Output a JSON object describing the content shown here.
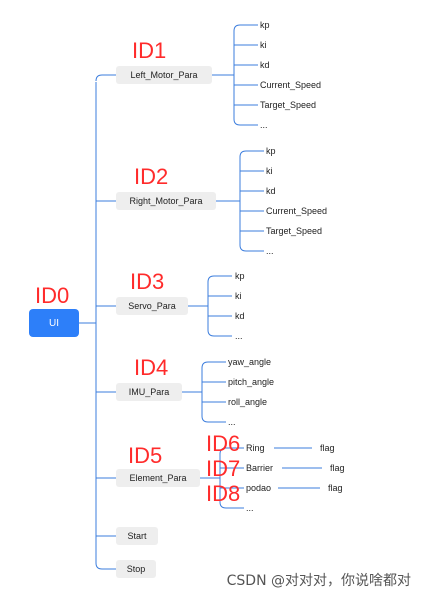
{
  "root": {
    "label": "UI",
    "id_label": "ID0"
  },
  "branches": [
    {
      "key": "left_motor",
      "label": "Left_Motor_Para",
      "id_label": "ID1",
      "leaves": [
        "kp",
        "ki",
        "kd",
        "Current_Speed",
        "Target_Speed",
        "..."
      ]
    },
    {
      "key": "right_motor",
      "label": "Right_Motor_Para",
      "id_label": "ID2",
      "leaves": [
        "kp",
        "ki",
        "kd",
        "Current_Speed",
        "Target_Speed",
        "..."
      ]
    },
    {
      "key": "servo",
      "label": "Servo_Para",
      "id_label": "ID3",
      "leaves": [
        "kp",
        "ki",
        "kd",
        "..."
      ]
    },
    {
      "key": "imu",
      "label": "IMU_Para",
      "id_label": "ID4",
      "leaves": [
        "yaw_angle",
        "pitch_angle",
        "roll_angle",
        "..."
      ]
    },
    {
      "key": "element",
      "label": "Element_Para",
      "id_label": "ID5",
      "leaves": [
        "Ring",
        "Barrier",
        "podao",
        "..."
      ],
      "leaf_ids": [
        "ID6",
        "ID7",
        "ID8"
      ],
      "sub_leaves": [
        "flag",
        "flag",
        "flag"
      ]
    },
    {
      "key": "start",
      "label": "Start"
    },
    {
      "key": "stop",
      "label": "Stop"
    }
  ],
  "watermark": "CSDN @对对对，你说啥都对",
  "colors": {
    "root_fill": "#2d7ff9",
    "connector": "#3b7ddd",
    "node_fill": "#eeeeee",
    "id_text": "#ff2b2b"
  }
}
